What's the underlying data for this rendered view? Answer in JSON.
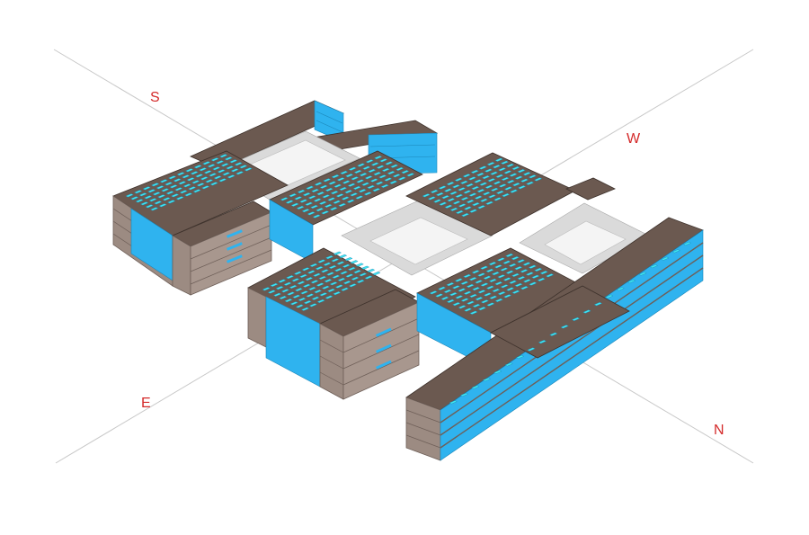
{
  "compass": {
    "south": "S",
    "west": "W",
    "east": "E",
    "north": "N",
    "label_color": "#d42a2a",
    "axis_color": "#c8c8c8"
  },
  "colors": {
    "roof": "#6b5950",
    "roof_edge": "#3e322c",
    "wall_gray": "#9c8b82",
    "wall_line": "#6e5f58",
    "facade_blue": "#2fb3ef",
    "window_cyan": "#3fe6f0",
    "courtyard": "#dadada",
    "courtyard_floor": "#f4f4f4"
  }
}
